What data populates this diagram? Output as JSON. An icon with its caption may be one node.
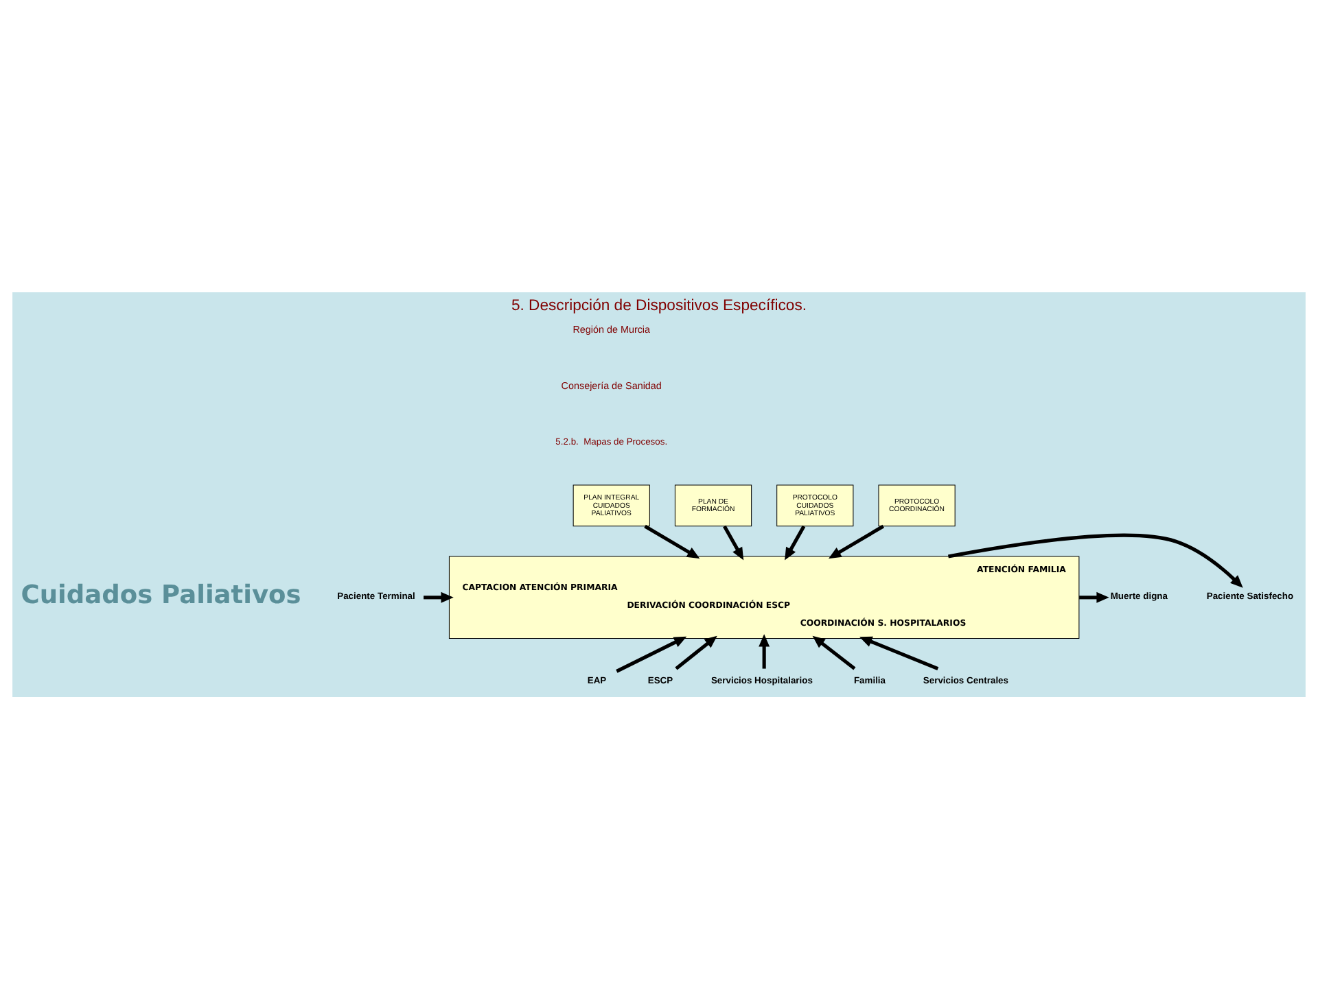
{
  "diagram": {
    "title": "5. Descripción de Dispositivos Específicos.",
    "nodes": [
      {
        "text": [
          "PLAN INTEGRAL CUIDADOS PALIATIVOS"
        ]
      },
      {
        "text": [
          "PLAN DE FORMACIÓN"
        ]
      },
      {
        "text": [
          "PROTOCOLO CUIDADOS PALIATIVOS"
        ]
      },
      {
        "text": [
          "PROTOCOLO COORDINACIÓN"
        ]
      },
      {
        "text": [
          "CAPTACION ATENCIÓN PRIMARIA",
          "ATENCIÓN FAMILIA",
          "DERIVACIÓN COORDINACIÓN ESCP",
          "COORDINACIÓN S. HOSPITALARIOS"
        ]
      },
      {
        "text": [
          "Paciente Terminal"
        ]
      },
      {
        "text": [
          "Muerte digna"
        ]
      },
      {
        "text": [
          "Paciente Satisfecho"
        ]
      },
      {
        "text": [
          "EAP"
        ]
      },
      {
        "text": [
          "ESCP"
        ]
      },
      {
        "text": [
          "Servicios Hospitalarios"
        ]
      },
      {
        "text": [
          "Familia"
        ]
      },
      {
        "text": [
          "Servicios Centrales"
        ]
      }
    ],
    "edges": [
      {
        "from": 0,
        "to": 4,
        "arrow": "to"
      },
      {
        "from": 1,
        "to": 4,
        "arrow": "to"
      },
      {
        "from": 2,
        "to": 4,
        "arrow": "to"
      },
      {
        "from": 3,
        "to": 4,
        "arrow": "to"
      },
      {
        "from": 5,
        "to": 4,
        "arrow": "to"
      },
      {
        "from": 4,
        "to": 6,
        "arrow": "to"
      },
      {
        "from": 4,
        "to": 7,
        "arrow": "to"
      },
      {
        "from": 8,
        "to": 4,
        "arrow": "to"
      },
      {
        "from": 9,
        "to": 4,
        "arrow": "to"
      },
      {
        "from": 10,
        "to": 4,
        "arrow": "to"
      },
      {
        "from": 11,
        "to": 4,
        "arrow": "to"
      },
      {
        "from": 12,
        "to": 4,
        "arrow": "to"
      }
    ],
    "labels": [
      "Región de Murcia",
      "Consejería de Sanidad",
      "5.2.b.  Mapas de Procesos.",
      "Cuidados Paliativos"
    ]
  }
}
